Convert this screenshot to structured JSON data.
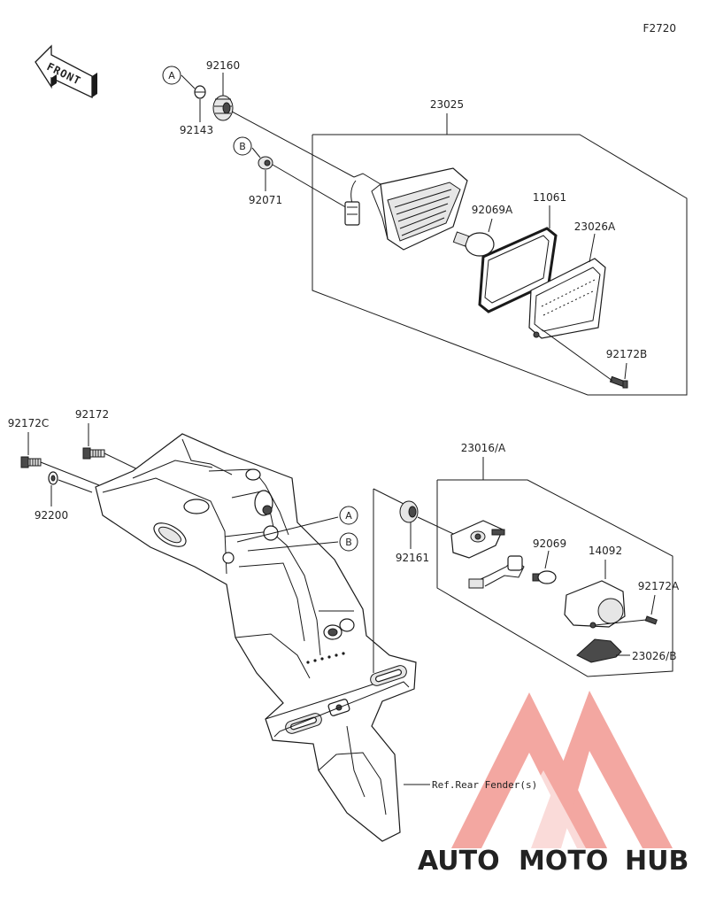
{
  "figure_code": "F2720",
  "front_arrow_text": "FRONT",
  "ref_text": "Ref.Rear Fender(s)",
  "callouts": {
    "a": "A",
    "b": "B"
  },
  "parts": {
    "p92160": "92160",
    "p92143": "92143",
    "p92071": "92071",
    "p23025": "23025",
    "p92069A": "92069A",
    "p11061": "11061",
    "p23026A": "23026A",
    "p92172B": "92172B",
    "p92172C": "92172C",
    "p92172": "92172",
    "p92200": "92200",
    "p23016A": "23016/A",
    "p92161": "92161",
    "p92069": "92069",
    "p14092": "14092",
    "p92172A": "92172A",
    "p23026B": "23026/B"
  },
  "watermark": {
    "part1": "AUTO",
    "part2": "MOTO",
    "part3": "HUB",
    "color1": "#f5b65a",
    "color2": "#ef5d54",
    "color3": "#8a8a8a",
    "logo_color": "#ef5d54"
  }
}
